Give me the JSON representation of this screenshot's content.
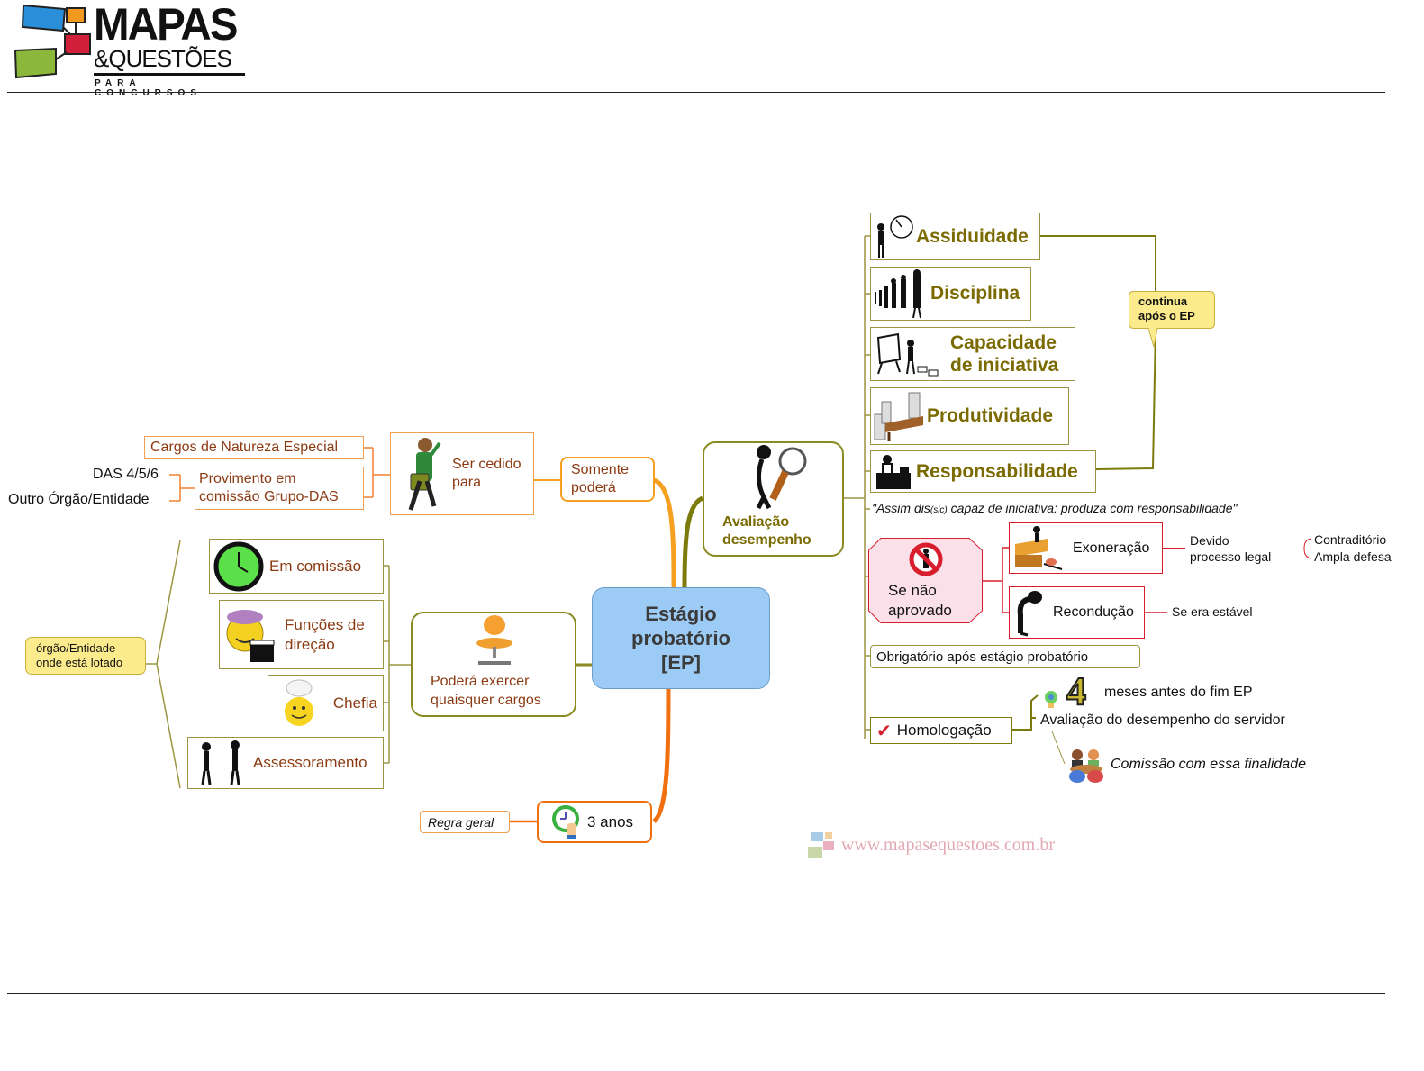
{
  "header": {
    "logo_line1": "MAPAS",
    "logo_line2": "&QUESTÕES",
    "logo_line3": "PARA CONCURSOS"
  },
  "center": {
    "title_lines": [
      "Estágio",
      "probatório",
      "[EP]"
    ]
  },
  "left": {
    "somente_podera": [
      "Somente",
      "poderá"
    ],
    "ser_cedido": [
      "Ser cedido",
      "para"
    ],
    "cargos_natureza": "Cargos de Natureza Especial",
    "provimento": [
      "Provimento em",
      "comissão  Grupo-DAS"
    ],
    "das": "DAS 4/5/6",
    "outro_orgao": "Outro Órgão/Entidade",
    "podera_exercer": [
      "Poderá exercer",
      "quaisquer cargos"
    ],
    "em_comissao": "Em comissão",
    "funcoes_direcao": [
      "Funções de",
      "direção"
    ],
    "chefia": "Chefia",
    "assessoramento": "Assessoramento",
    "orgao_entidade": [
      "órgão/Entidade",
      "onde está lotado"
    ],
    "tres_anos": "3 anos",
    "regra_geral": "Regra geral"
  },
  "right": {
    "avaliacao": [
      "Avaliação",
      "desempenho"
    ],
    "criteria": [
      {
        "label": "Assiduidade",
        "icon": "clock-person-icon"
      },
      {
        "label": "Disciplina",
        "icon": "people-line-icon"
      },
      {
        "label": "Capacidade de iniciativa",
        "lines": [
          "Capacidade",
          "de iniciativa"
        ],
        "icon": "easel-person-icon"
      },
      {
        "label": "Produtividade",
        "icon": "desk-papers-icon"
      },
      {
        "label": "Responsabilidade",
        "icon": "desk-worker-icon"
      }
    ],
    "continua": [
      "continua",
      "após o EP"
    ],
    "quote_pre": "\"Assim dis",
    "quote_sic": "(sic)",
    "quote_post": " capaz de iniciativa: produza com responsabilidade\"",
    "se_nao_aprovado": [
      "Se não",
      "aprovado"
    ],
    "exoneracao": "Exoneração",
    "devido_processo": [
      "Devido",
      "processo legal"
    ],
    "contraditorio": "Contraditório",
    "ampla_defesa": "Ampla defesa",
    "reconducao": "Recondução",
    "se_era_estavel": "Se era estável",
    "obrigatorio": "Obrigatório após estágio probatório",
    "homologacao": "Homologação",
    "quatro": "4",
    "meses_antes": "meses antes do fim EP",
    "avaliacao_servidor": "Avaliação do desempenho do servidor",
    "comissao": "Comissão com essa finalidade"
  },
  "watermark": "www.mapasequestoes.com.br",
  "colors": {
    "center_fill": "#9ccbf5",
    "orange": "#f5a020",
    "dark_orange": "#f07010",
    "olive": "#7d7a0c",
    "red": "#d81e2c",
    "note_yellow": "#fbeb8c",
    "pink": "#fbe0ea"
  }
}
